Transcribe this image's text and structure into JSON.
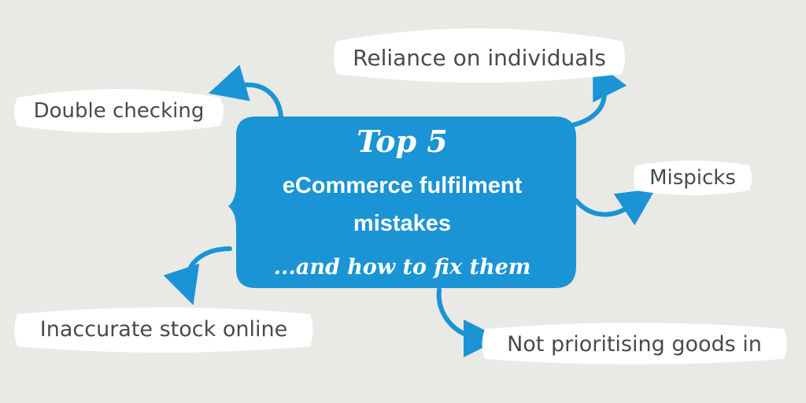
{
  "center": {
    "title_line": "Top 5",
    "subtitle_line1": "eCommerce fulfilment",
    "subtitle_line2": "mistakes",
    "tagline": "...and how to fix them"
  },
  "mistakes": [
    "Reliance on individuals",
    "Double checking",
    "Mispicks",
    "Inaccurate stock online",
    "Not prioritising goods in"
  ],
  "colors": {
    "background": "#e9e9e6",
    "accent": "#1a94d4",
    "label_bg": "#ffffff",
    "label_text": "#4a4a4a"
  }
}
